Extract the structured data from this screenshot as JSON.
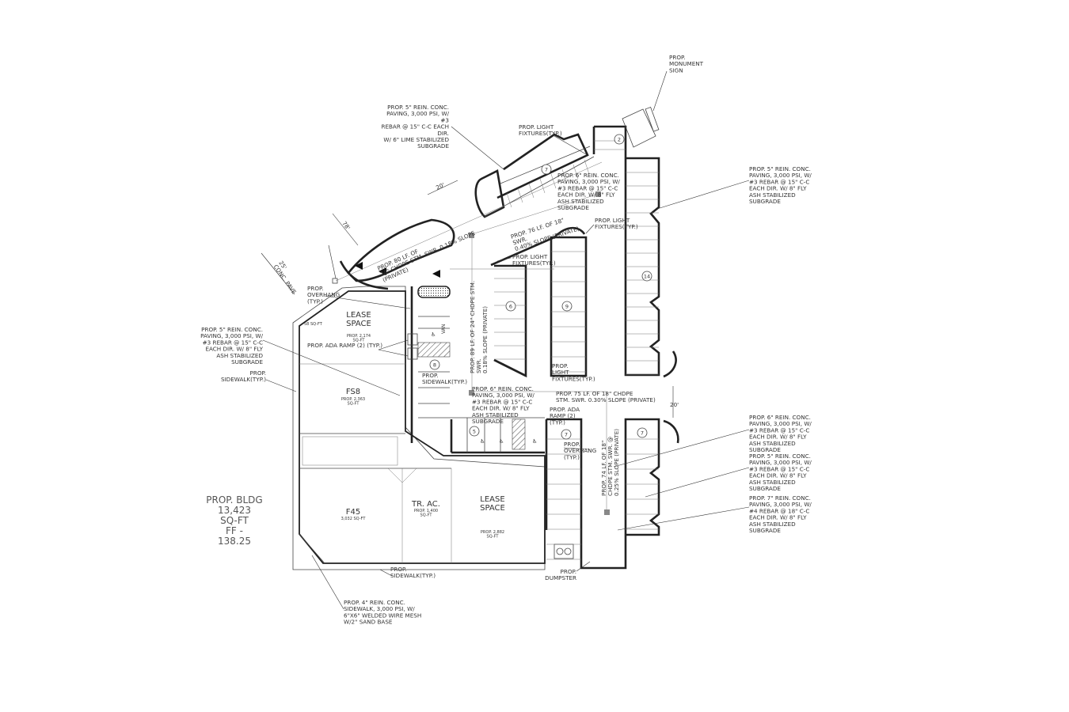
{
  "drawing": {
    "building_summary": [
      "PROP. BLDG",
      "13,423",
      "SQ-FT",
      "FF -",
      "138.25"
    ],
    "rooms": [
      {
        "id": "lease1",
        "name": [
          "LEASE",
          "SPACE"
        ],
        "area": [
          "PROP. 2,174",
          "SQ-FT"
        ]
      },
      {
        "id": "fs8",
        "name": [
          "FS8"
        ],
        "area": [
          "PROP. 2,363",
          "SQ-FT"
        ]
      },
      {
        "id": "f45",
        "name": [
          "F45"
        ],
        "area": [
          "3,032 SQ-FT"
        ]
      },
      {
        "id": "trac",
        "name": [
          "TR. AC."
        ],
        "area": [
          "PROP. 1,400",
          "SQ-FT"
        ]
      },
      {
        "id": "lease2",
        "name": [
          "LEASE",
          "SPACE"
        ],
        "area": [
          "PROP. 2,882",
          "SQ-FT"
        ]
      }
    ],
    "notes": [
      {
        "id": "monument",
        "lines": [
          "PROP.",
          "MONUMENT",
          "SIGN"
        ]
      },
      {
        "id": "paving-top-left",
        "lines": [
          "PROP. 5\" REIN. CONC.",
          "PAVING, 3,000 PSI, W/",
          "#3",
          "REBAR @ 15\" C-C EACH",
          "DIR.",
          "W/ 6\" LIME STABILIZED",
          "SUBGRADE"
        ]
      },
      {
        "id": "light-1",
        "lines": [
          "PROP. LIGHT",
          "FIXTURES(TYP.)"
        ]
      },
      {
        "id": "paving-right-top",
        "lines": [
          "PROP. 5\" REIN. CONC.",
          "PAVING, 3,000 PSI, W/",
          "#3 REBAR @ 15\" C-C",
          "EACH DIR. W/ 8\" FLY",
          "ASH STABILIZED",
          "SUBGRADE"
        ]
      },
      {
        "id": "paving-mid",
        "lines": [
          "PROP. 6\" REIN. CONC.",
          "PAVING, 3,000 PSI, W/",
          "#3 REBAR @ 15\" C-C",
          "EACH DIR. W/ 8\" FLY",
          "ASH STABILIZED",
          "SUBGRADE"
        ]
      },
      {
        "id": "light-2",
        "lines": [
          "PROP. LIGHT",
          "FIXTURES(TYP.)"
        ]
      },
      {
        "id": "light-3",
        "lines": [
          "PROP. LIGHT",
          "FIXTURES(TYP.)"
        ]
      },
      {
        "id": "overhang-1",
        "lines": [
          "PROP.",
          "OVERHANG",
          "(TYP.)"
        ]
      },
      {
        "id": "sqft-58",
        "lines": [
          "58 SQ-FT"
        ]
      },
      {
        "id": "paving-left",
        "lines": [
          "PROP. 5\" REIN. CONC.",
          "PAVING, 3,000 PSI, W/",
          "#3 REBAR @ 15\" C-C",
          "EACH DIR. W/ 8\" FLY",
          "ASH STABILIZED",
          "SUBGRADE"
        ]
      },
      {
        "id": "ada-ramp-1",
        "lines": [
          "PROP. ADA RAMP (2) (TYP.)"
        ]
      },
      {
        "id": "sidewalk-left",
        "lines": [
          "PROP.",
          "SIDEWALK(TYP.)"
        ]
      },
      {
        "id": "sidewalk-mid",
        "lines": [
          "PROP.",
          "SIDEWALK(TYP.)"
        ]
      },
      {
        "id": "light-4",
        "lines": [
          "PROP.",
          "LIGHT",
          "FIXTURES(TYP.)"
        ]
      },
      {
        "id": "paving-mid-low",
        "lines": [
          "PROP. 6\" REIN. CONC.",
          "PAVING, 3,000 PSI, W/",
          "#3 REBAR @ 15\" C-C",
          "EACH DIR. W/ 8\" FLY",
          "ASH STABILIZED",
          "SUBGRADE"
        ]
      },
      {
        "id": "pipe-75",
        "lines": [
          "PROP. 75 LF. OF 18\" CHDPE",
          "STM. SWR. 0.30% SLOPE (PRIVATE)"
        ]
      },
      {
        "id": "ada-ramp-2",
        "lines": [
          "PROP. ADA",
          "RAMP (2)",
          "(TYP.)"
        ]
      },
      {
        "id": "overhang-2",
        "lines": [
          "PROP.",
          "OVERHANG",
          "(TYP.)"
        ]
      },
      {
        "id": "paving-right-6",
        "lines": [
          "PROP. 6\" REIN. CONC.",
          "PAVING, 3,000 PSI, W/",
          "#3 REBAR @ 15\" C-C",
          "EACH DIR. W/ 8\" FLY",
          "ASH STABILIZED",
          "SUBGRADE"
        ]
      },
      {
        "id": "paving-right-5",
        "lines": [
          "PROP. 5\" REIN. CONC.",
          "PAVING, 3,000 PSI, W/",
          "#3 REBAR @ 15\" C-C",
          "EACH DIR. W/ 8\" FLY",
          "ASH STABILIZED",
          "SUBGRADE"
        ]
      },
      {
        "id": "paving-right-7",
        "lines": [
          "PROP. 7\" REIN. CONC.",
          "PAVING, 3,000 PSI, W/",
          "#4 REBAR @ 18\" C-C",
          "EACH DIR. W/ 8\" FLY",
          "ASH STABILIZED",
          "SUBGRADE"
        ]
      },
      {
        "id": "sidewalk-bottom",
        "lines": [
          "PROP.",
          "SIDEWALK(TYP.)"
        ]
      },
      {
        "id": "dumpster",
        "lines": [
          "PROP.",
          "DUMPSTER"
        ]
      },
      {
        "id": "sidewalk-note",
        "lines": [
          "PROP. 4\" REIN. CONC.",
          "SIDEWALK, 3,000 PSI, W/",
          "6\"X6\" WELDED WIRE MESH",
          "W/2\" SAND BASE"
        ]
      },
      {
        "id": "pipe-80",
        "lines": [
          "PROP. 80 LF. OF",
          "24\" CHDPE STM. SWR. 0.18% SLOPE",
          "(PRIVATE)"
        ]
      },
      {
        "id": "pipe-76",
        "lines": [
          "PROP. 76 LF. OF 18\"",
          "SWR.",
          "0.40% SLOPE (PRIVATE)"
        ]
      },
      {
        "id": "pipe-89",
        "lines": [
          "PROP. 89 LF. OF 24\" CHDPE STM.",
          "SWR.",
          "0.18% SLOPE (PRIVATE)"
        ]
      },
      {
        "id": "pipe-74",
        "lines": [
          "PROP. 74 LF. OF 18\"",
          "CHDPE STM. SWR. @",
          "0.25% SLOPE (PRIVATE)"
        ]
      },
      {
        "id": "dim-20-top",
        "lines": [
          "20'"
        ]
      },
      {
        "id": "dim-78",
        "lines": [
          "78'"
        ]
      },
      {
        "id": "dim-25",
        "lines": [
          "25'",
          "CONC. PAVE"
        ]
      },
      {
        "id": "dim-20-right",
        "lines": [
          "20'"
        ]
      }
    ],
    "stall_counts": [
      {
        "id": "s7a",
        "n": "7"
      },
      {
        "id": "s2",
        "n": "2"
      },
      {
        "id": "s14",
        "n": "14"
      },
      {
        "id": "s6",
        "n": "6"
      },
      {
        "id": "s9",
        "n": "9"
      },
      {
        "id": "s8",
        "n": "8"
      },
      {
        "id": "s5",
        "n": "5"
      },
      {
        "id": "s7b",
        "n": "7"
      },
      {
        "id": "s7c",
        "n": "7"
      }
    ],
    "van_label": "VAN"
  }
}
